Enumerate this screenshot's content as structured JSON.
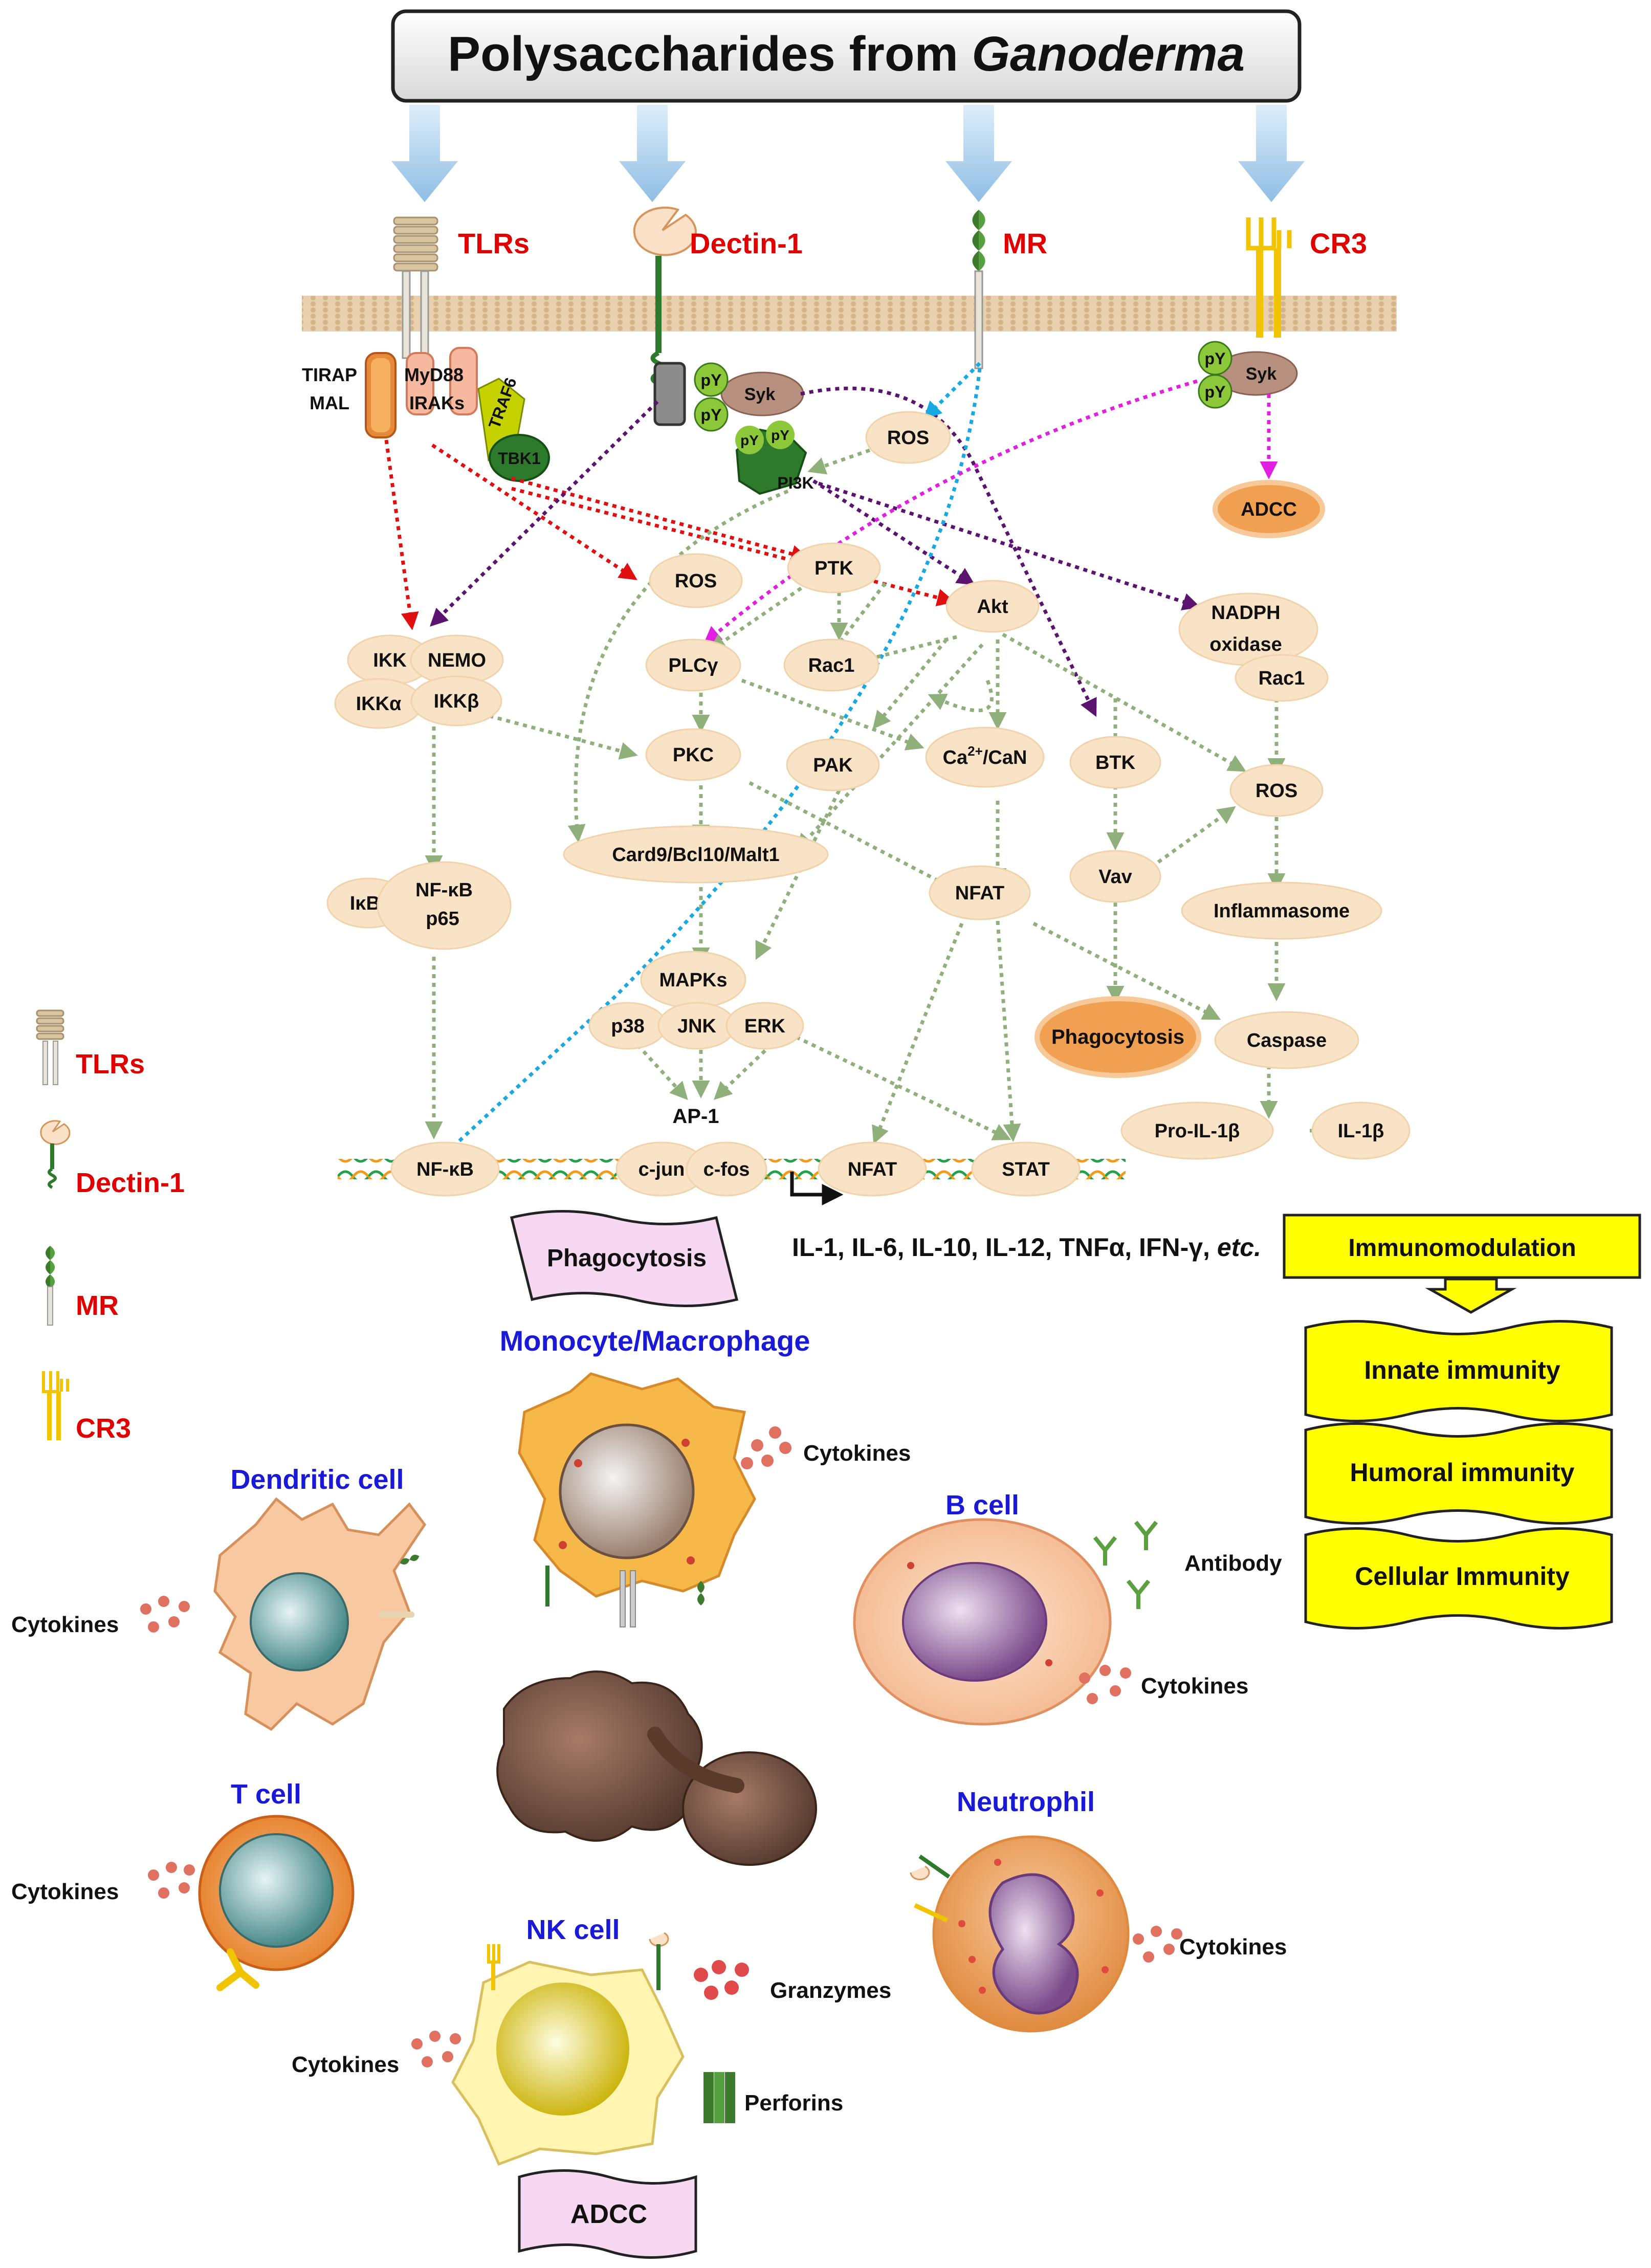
{
  "title": {
    "prefix": "Polysaccharides from ",
    "italic": "Ganoderma"
  },
  "receptors": {
    "tlrs": "TLRs",
    "dectin": "Dectin-1",
    "mr": "MR",
    "cr3": "CR3"
  },
  "adaptors": {
    "tirap": "TIRAP",
    "mal": "MAL",
    "myd88": "MyD88",
    "iraks": "IRAKs",
    "traf6": "TRAF6",
    "tbk1": "TBK1",
    "syk": "Syk",
    "py": "pY",
    "pi3k": "PI3K"
  },
  "nodes": {
    "ros1": "ROS",
    "adcc_top": "ADCC",
    "ros2": "ROS",
    "ptk": "PTK",
    "akt": "Akt",
    "nadph1": "NADPH",
    "nadph2": "oxidase",
    "rac1_right": "Rac1",
    "ikk": "IKK",
    "nemo": "NEMO",
    "ikka": "IKKα",
    "ikkb": "IKKβ",
    "plcg": "PLCγ",
    "rac1": "Rac1",
    "pkc": "PKC",
    "pak": "PAK",
    "ca_main": "Ca",
    "ca_sup": "2+",
    "ca_rest": "/CaN",
    "btk": "BTK",
    "ros3": "ROS",
    "card9": "Card9/Bcl10/Malt1",
    "nfat1": "NFAT",
    "vav": "Vav",
    "inflammasome": "Inflammasome",
    "ikba": "IκBα",
    "nfkb1": "NF-κB",
    "p65": "p65",
    "mapks": "MAPKs",
    "p38": "p38",
    "jnk": "JNK",
    "erk": "ERK",
    "phagocytosis_node": "Phagocytosis",
    "caspase": "Caspase",
    "ap1": "AP-1",
    "proil1b": "Pro-IL-1β",
    "il1b": "IL-1β",
    "nfkb_dna": "NF-κB",
    "cjun": "c-jun",
    "cfos": "c-fos",
    "nfat_dna": "NFAT",
    "stat": "STAT"
  },
  "cytokine_line": {
    "main": "IL-1, IL-6, IL-10, IL-12, TNFα, IFN-γ, ",
    "etc": "etc."
  },
  "banners": {
    "phagocytosis": "Phagocytosis",
    "adcc": "ADCC"
  },
  "immuno": {
    "title": "Immunomodulation",
    "innate": "Innate immunity",
    "humoral": "Humoral immunity",
    "cellular": "Cellular Immunity"
  },
  "legend": {
    "tlrs": "TLRs",
    "dectin": "Dectin-1",
    "mr": "MR",
    "cr3": "CR3"
  },
  "cells": {
    "monocyte": "Monocyte/Macrophage",
    "dendritic": "Dendritic cell",
    "bcell": "B cell",
    "tcell": "T cell",
    "nk": "NK cell",
    "neutrophil": "Neutrophil"
  },
  "cell_labels": {
    "cyt_mono": "Cytokines",
    "cyt_dc": "Cytokines",
    "antibody": "Antibody",
    "cyt_b": "Cytokines",
    "cyt_t": "Cytokines",
    "granzymes": "Granzymes",
    "cyt_nk": "Cytokines",
    "perforins": "Perforins",
    "cyt_neut": "Cytokines"
  },
  "colors": {
    "node": "#f8e3c6",
    "green_arrow": "#8fb07a",
    "red_arrow": "#e01010",
    "purple_arrow": "#5a1470",
    "blue_arrow": "#1aa8e0",
    "magenta_arrow": "#e020e0",
    "yellow_banner": "#ffff00",
    "pink_banner": "#f6d8f2",
    "label_red": "#e00000",
    "label_blue": "#1a1ad6"
  }
}
